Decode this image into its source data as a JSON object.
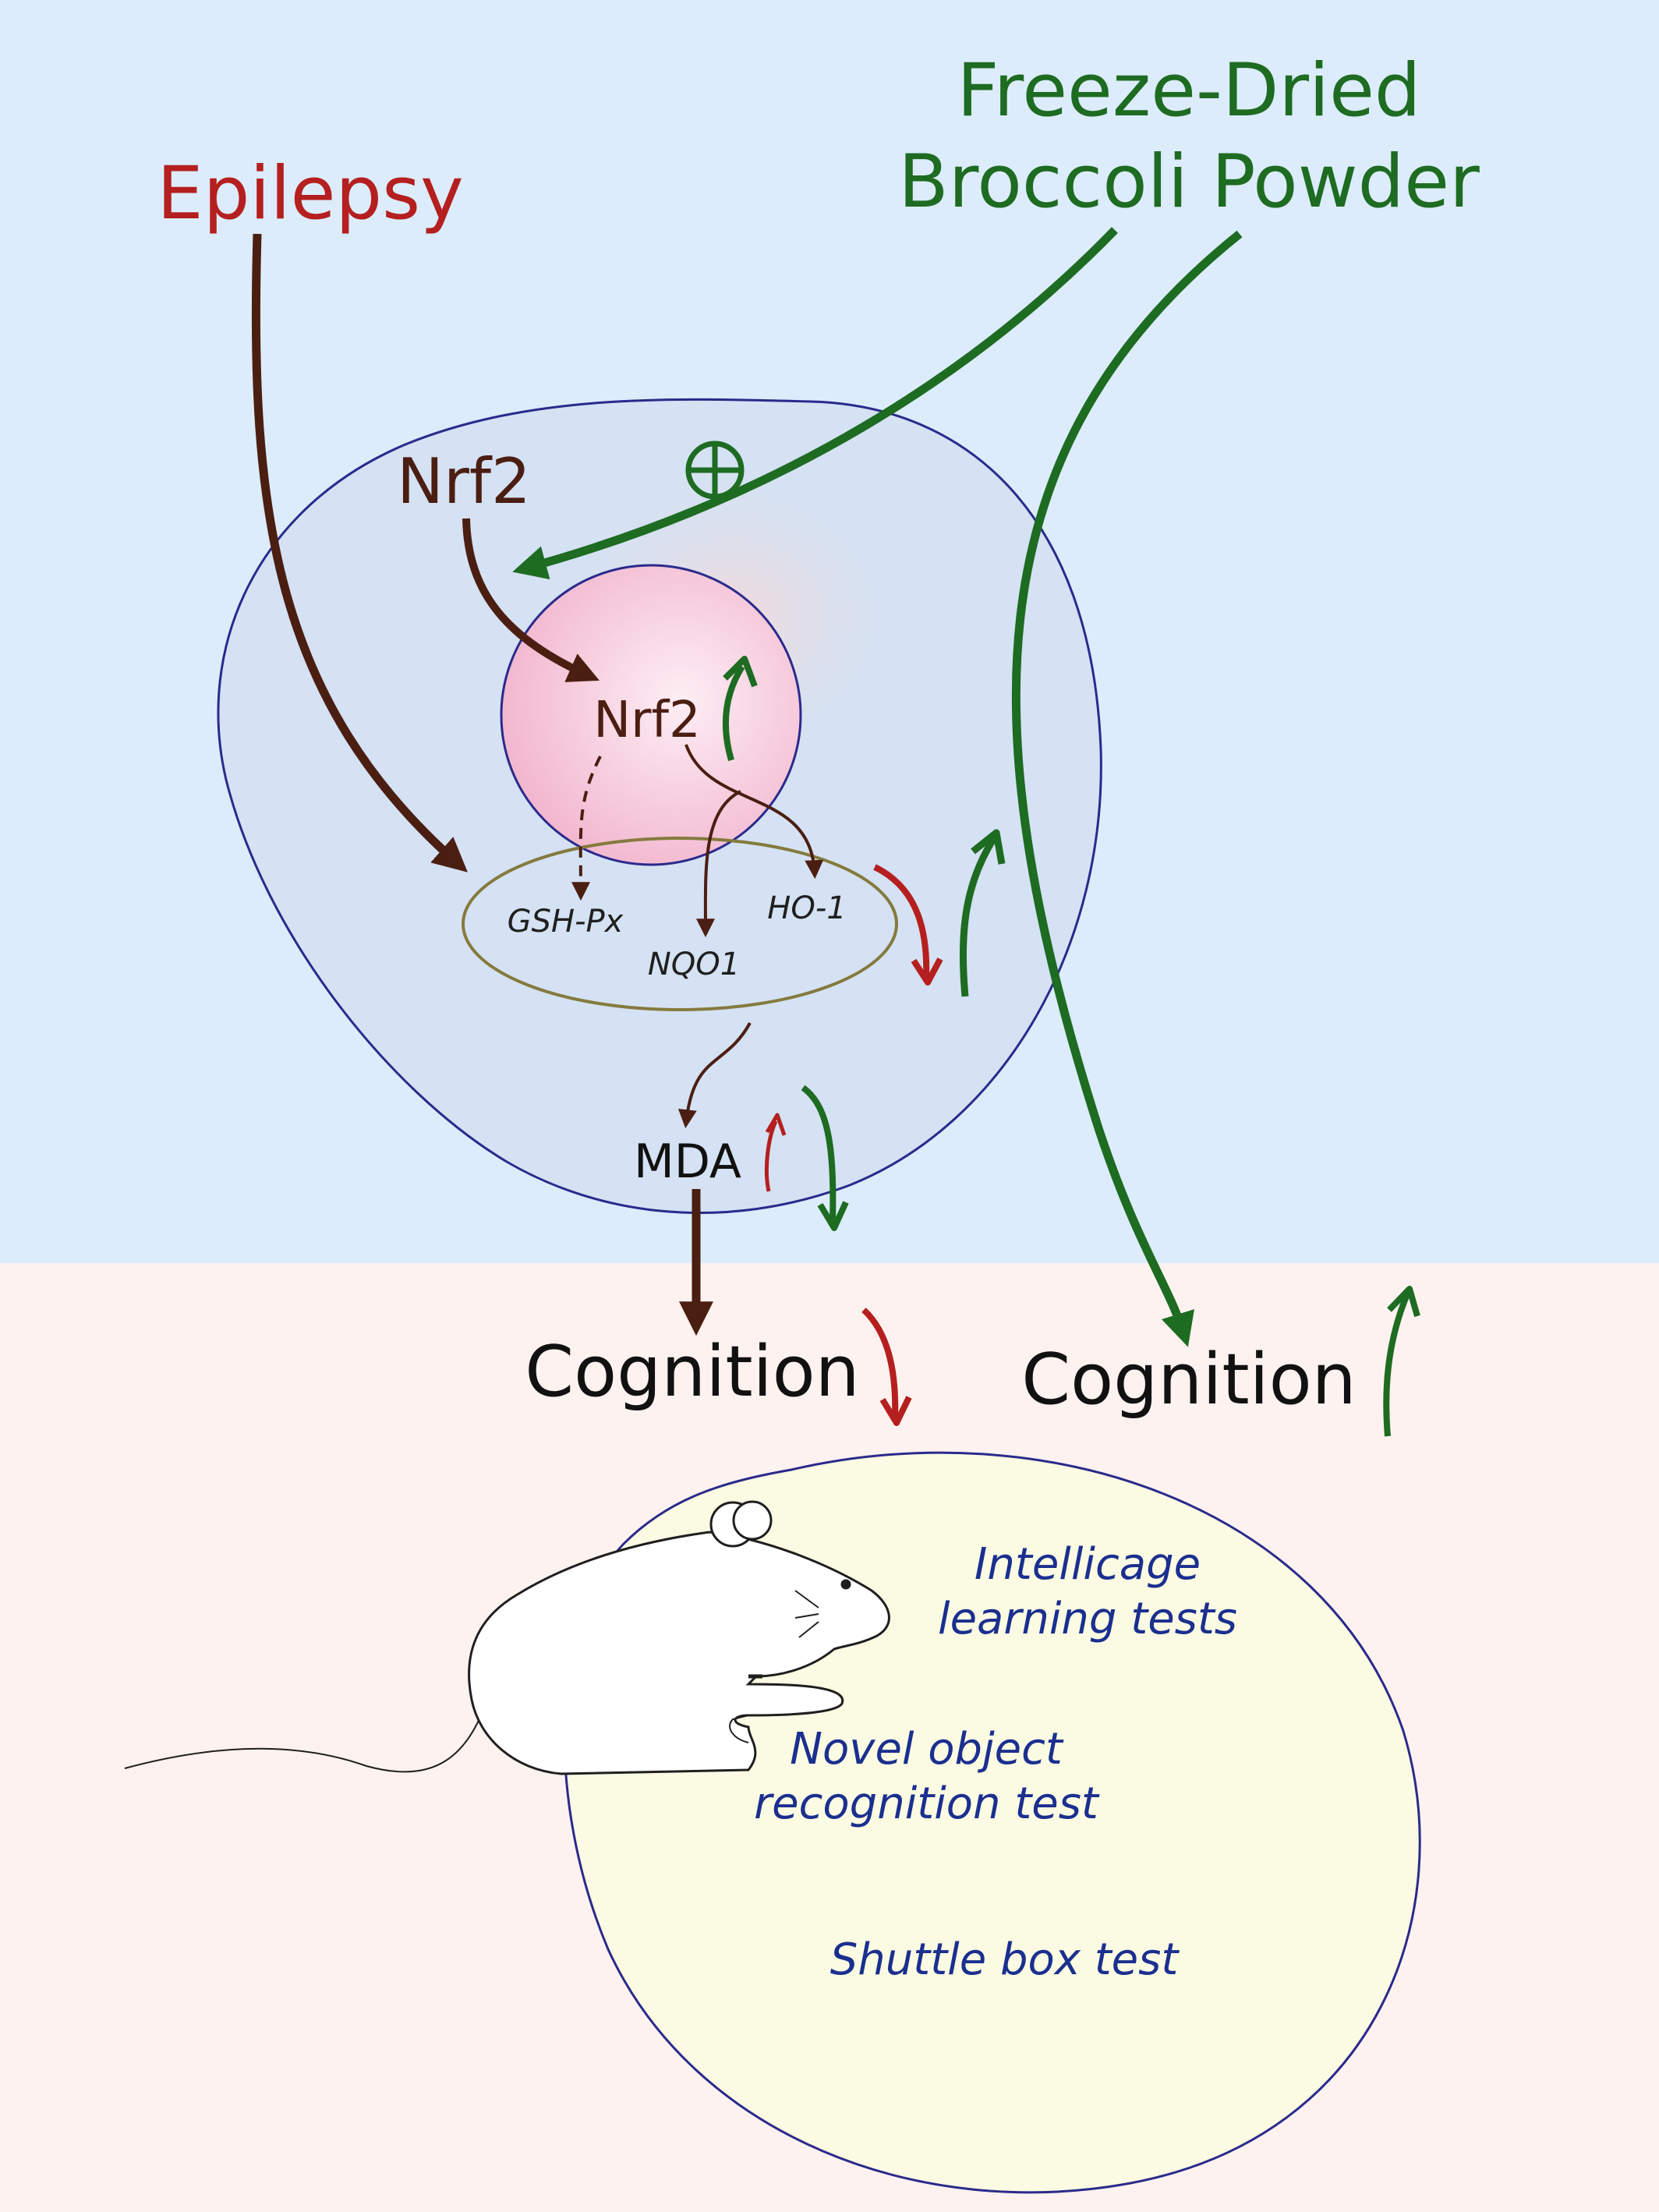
{
  "colors": {
    "top_background": "#dcecfb",
    "bottom_background": "#fdf2ef",
    "cell_fill": "#d4e2f3",
    "nucleus_fill": "#f5c6da",
    "outline_blue": "#2a2a8c",
    "up_green": "#1e6b22",
    "down_red": "#b51f1f",
    "pathway_brown": "#4b1e12",
    "test_area_fill": "#fbfbe3"
  },
  "labels": {
    "treatment_line1": "Freeze-Dried",
    "treatment_line2": "Broccoli Powder",
    "disease": "Epilepsy",
    "activation_symbol": "⊕",
    "nrf2_cytoplasm": "Nrf2",
    "nrf2_nucleus": "Nrf2",
    "gene_gshpx": "GSH-Px",
    "gene_ho1": "HO-1",
    "gene_nqo1": "NQO1",
    "mda": "MDA",
    "cognition_left": "Cognition",
    "cognition_right": "Cognition"
  },
  "tests": {
    "intellicage_line1": "Intellicage",
    "intellicage_line2": "learning tests",
    "novel_line1": "Novel object",
    "novel_line2": "recognition test",
    "shuttle": "Shuttle box test"
  },
  "icons": [
    "mouse-icon",
    "up-arrow-icon",
    "down-arrow-icon",
    "plus-circle-icon"
  ]
}
